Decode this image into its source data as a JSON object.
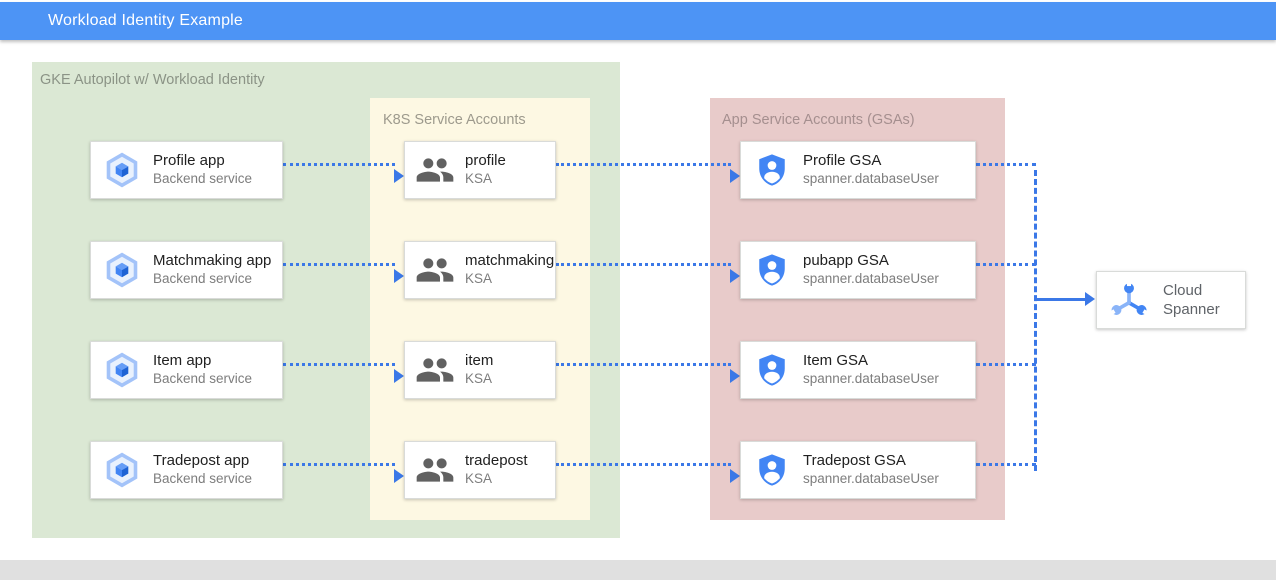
{
  "header": {
    "title": "Workload Identity Example"
  },
  "containers": {
    "gke": {
      "label": "GKE Autopilot w/ Workload Identity"
    },
    "ksa": {
      "label": "K8S Service Accounts"
    },
    "gsa": {
      "label": "App Service Accounts (GSAs)"
    }
  },
  "rows": [
    {
      "app": {
        "title": "Profile app",
        "subtitle": "Backend service"
      },
      "ksa": {
        "title": "profile",
        "subtitle": "KSA"
      },
      "gsa": {
        "title": "Profile GSA",
        "subtitle": "spanner.databaseUser"
      }
    },
    {
      "app": {
        "title": "Matchmaking app",
        "subtitle": "Backend service"
      },
      "ksa": {
        "title": "matchmaking",
        "subtitle": "KSA"
      },
      "gsa": {
        "title": "pubapp GSA",
        "subtitle": "spanner.databaseUser"
      }
    },
    {
      "app": {
        "title": "Item app",
        "subtitle": "Backend service"
      },
      "ksa": {
        "title": "item",
        "subtitle": "KSA"
      },
      "gsa": {
        "title": "Item GSA",
        "subtitle": "spanner.databaseUser"
      }
    },
    {
      "app": {
        "title": "Tradepost app",
        "subtitle": "Backend service"
      },
      "ksa": {
        "title": "tradepost",
        "subtitle": "KSA"
      },
      "gsa": {
        "title": "Tradepost GSA",
        "subtitle": "spanner.databaseUser"
      }
    }
  ],
  "spanner": {
    "title": "Cloud Spanner"
  },
  "icons": {
    "app": "gke-hexagon-cube-icon",
    "ksa": "people-icon",
    "gsa": "shield-person-icon",
    "spanner": "cloud-spanner-wrench-icon"
  },
  "colors": {
    "header_bg": "#4d94f5",
    "arrow": "#3b78e7",
    "gke_container_bg": "#dbe8d4",
    "ksa_container_bg": "#fdf8e3",
    "gsa_container_bg": "#e8cbca",
    "bottom_bar_bg": "#e0e0e0"
  }
}
